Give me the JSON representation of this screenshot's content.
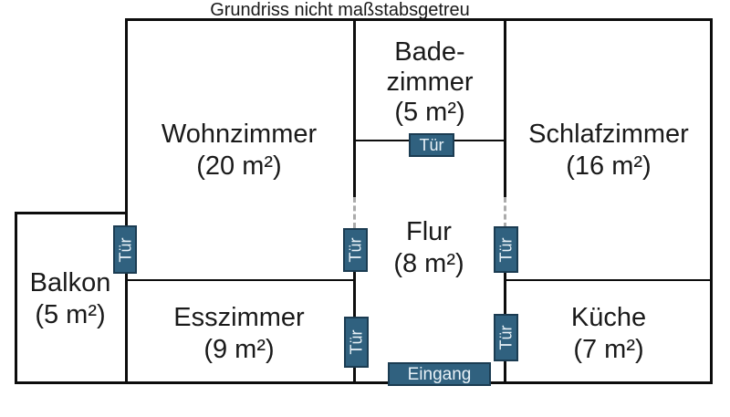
{
  "caption": "Grundriss nicht maßstabsgetreu",
  "colors": {
    "background": "#ffffff",
    "wall": "#0d0d0d",
    "label_text": "#1a1a1a",
    "door_fill": "#30617f",
    "door_border": "#1b3c52",
    "door_text": "#e9f2f8"
  },
  "rooms": {
    "wohnzimmer": {
      "name": "Wohnzimmer",
      "area": "(20 m²)"
    },
    "badezimmer": {
      "line1": "Bade-",
      "line2": "zimmer",
      "area": "(5 m²)"
    },
    "schlafzimmer": {
      "name": "Schlafzimmer",
      "area": "(16 m²)"
    },
    "flur": {
      "name": "Flur",
      "area": "(8 m²)"
    },
    "balkon": {
      "name": "Balkon",
      "area": "(5 m²)"
    },
    "esszimmer": {
      "name": "Esszimmer",
      "area": "(9 m²)"
    },
    "kueche": {
      "name": "Küche",
      "area": "(7 m²)"
    }
  },
  "doors": {
    "badezimmer": {
      "label": "Tür"
    },
    "balkon": {
      "label": "Tür"
    },
    "flur_upper_left": {
      "label": "Tür"
    },
    "flur_upper_right": {
      "label": "Tür"
    },
    "flur_lower_left": {
      "label": "Tür"
    },
    "flur_lower_right": {
      "label": "Tür"
    },
    "entrance": {
      "label": "Eingang"
    }
  }
}
